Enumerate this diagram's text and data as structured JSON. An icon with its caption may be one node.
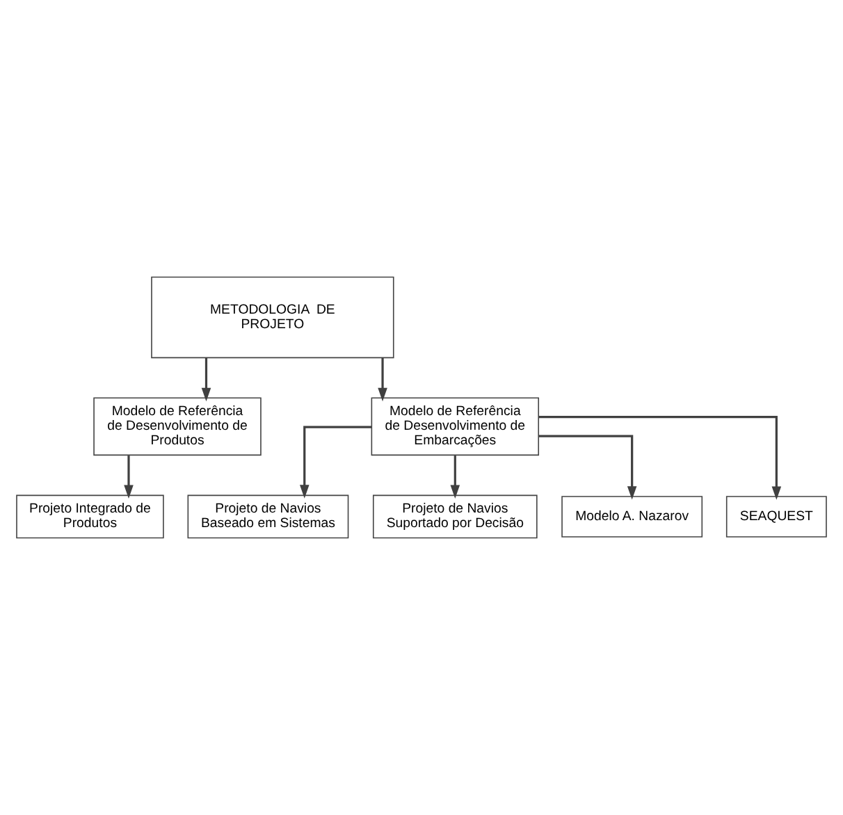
{
  "diagram": {
    "nodes": [
      {
        "text": [
          "METODOLOGIA  DE PROJETO"
        ]
      },
      {
        "text": [
          "Modelo de Referência de Desenvolvimento de Produtos"
        ]
      },
      {
        "text": [
          "Modelo de Referência de Desenvolvimento de Embarcações"
        ]
      },
      {
        "text": [
          "Projeto Integrado de Produtos"
        ]
      },
      {
        "text": [
          "Projeto de Navios Baseado em Sistemas"
        ]
      },
      {
        "text": [
          "Projeto de Navios Suportado por Decisão"
        ]
      },
      {
        "text": [
          "Modelo A. Nazarov"
        ]
      },
      {
        "text": [
          "SEAQUEST"
        ]
      }
    ],
    "edges": [
      {
        "from": 0,
        "to": 1,
        "arrow": "to"
      },
      {
        "from": 0,
        "to": 2,
        "arrow": "to"
      },
      {
        "from": 1,
        "to": 3,
        "arrow": "to"
      },
      {
        "from": 2,
        "to": 4,
        "arrow": "to"
      },
      {
        "from": 2,
        "to": 5,
        "arrow": "to"
      },
      {
        "from": 2,
        "to": 6,
        "arrow": "to"
      },
      {
        "from": 2,
        "to": 7,
        "arrow": "to"
      }
    ]
  }
}
